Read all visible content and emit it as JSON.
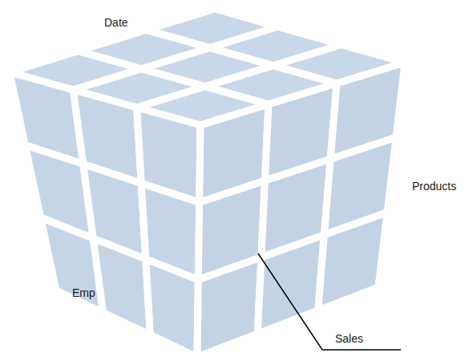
{
  "diagram": {
    "labels": [
      "Date",
      "Products",
      "Emp",
      "Sales"
    ]
  }
}
